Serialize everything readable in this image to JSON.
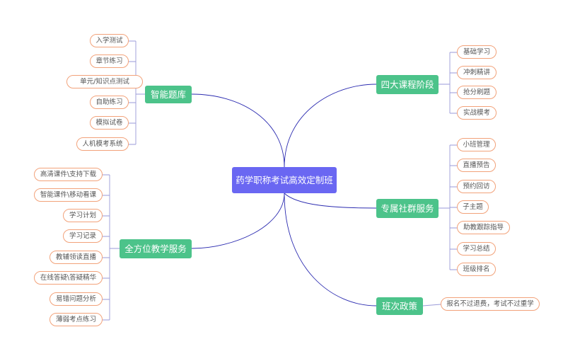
{
  "root": {
    "label": "药学职称考试高效定制班"
  },
  "branches": {
    "zhineng": {
      "label": "智能题库",
      "leaves": [
        "入学测试",
        "章节练习",
        "单元/知识点测试",
        "自助练习",
        "模拟试卷",
        "人机模考系统"
      ]
    },
    "quanfangwei": {
      "label": "全方位教学服务",
      "leaves": [
        "高清课件\\支持下载",
        "智能课件\\移动看课",
        "学习计划",
        "学习记录",
        "教辅领读直播",
        "在线答疑\\答疑精华",
        "易错问题分析",
        "薄弱考点练习"
      ]
    },
    "sida": {
      "label": "四大课程阶段",
      "leaves": [
        "基础学习",
        "冲刺精讲",
        "抢分刷题",
        "实战模考"
      ]
    },
    "zhuanshu": {
      "label": "专属社群服务",
      "leaves": [
        "小班管理",
        "直播预告",
        "预约回访",
        "子主题",
        "助教跟踪指导",
        "学习总结",
        "班级排名"
      ]
    },
    "banci": {
      "label": "班次政策",
      "leaves": [
        "报名不过退费，考试不过重学"
      ]
    }
  },
  "colors": {
    "root": "#6a67f2",
    "branch": "#4cc38a",
    "leaf_border": "#f2a27a",
    "connector": "#2b2bb0",
    "leaf_connector": "#9a9ad8"
  }
}
